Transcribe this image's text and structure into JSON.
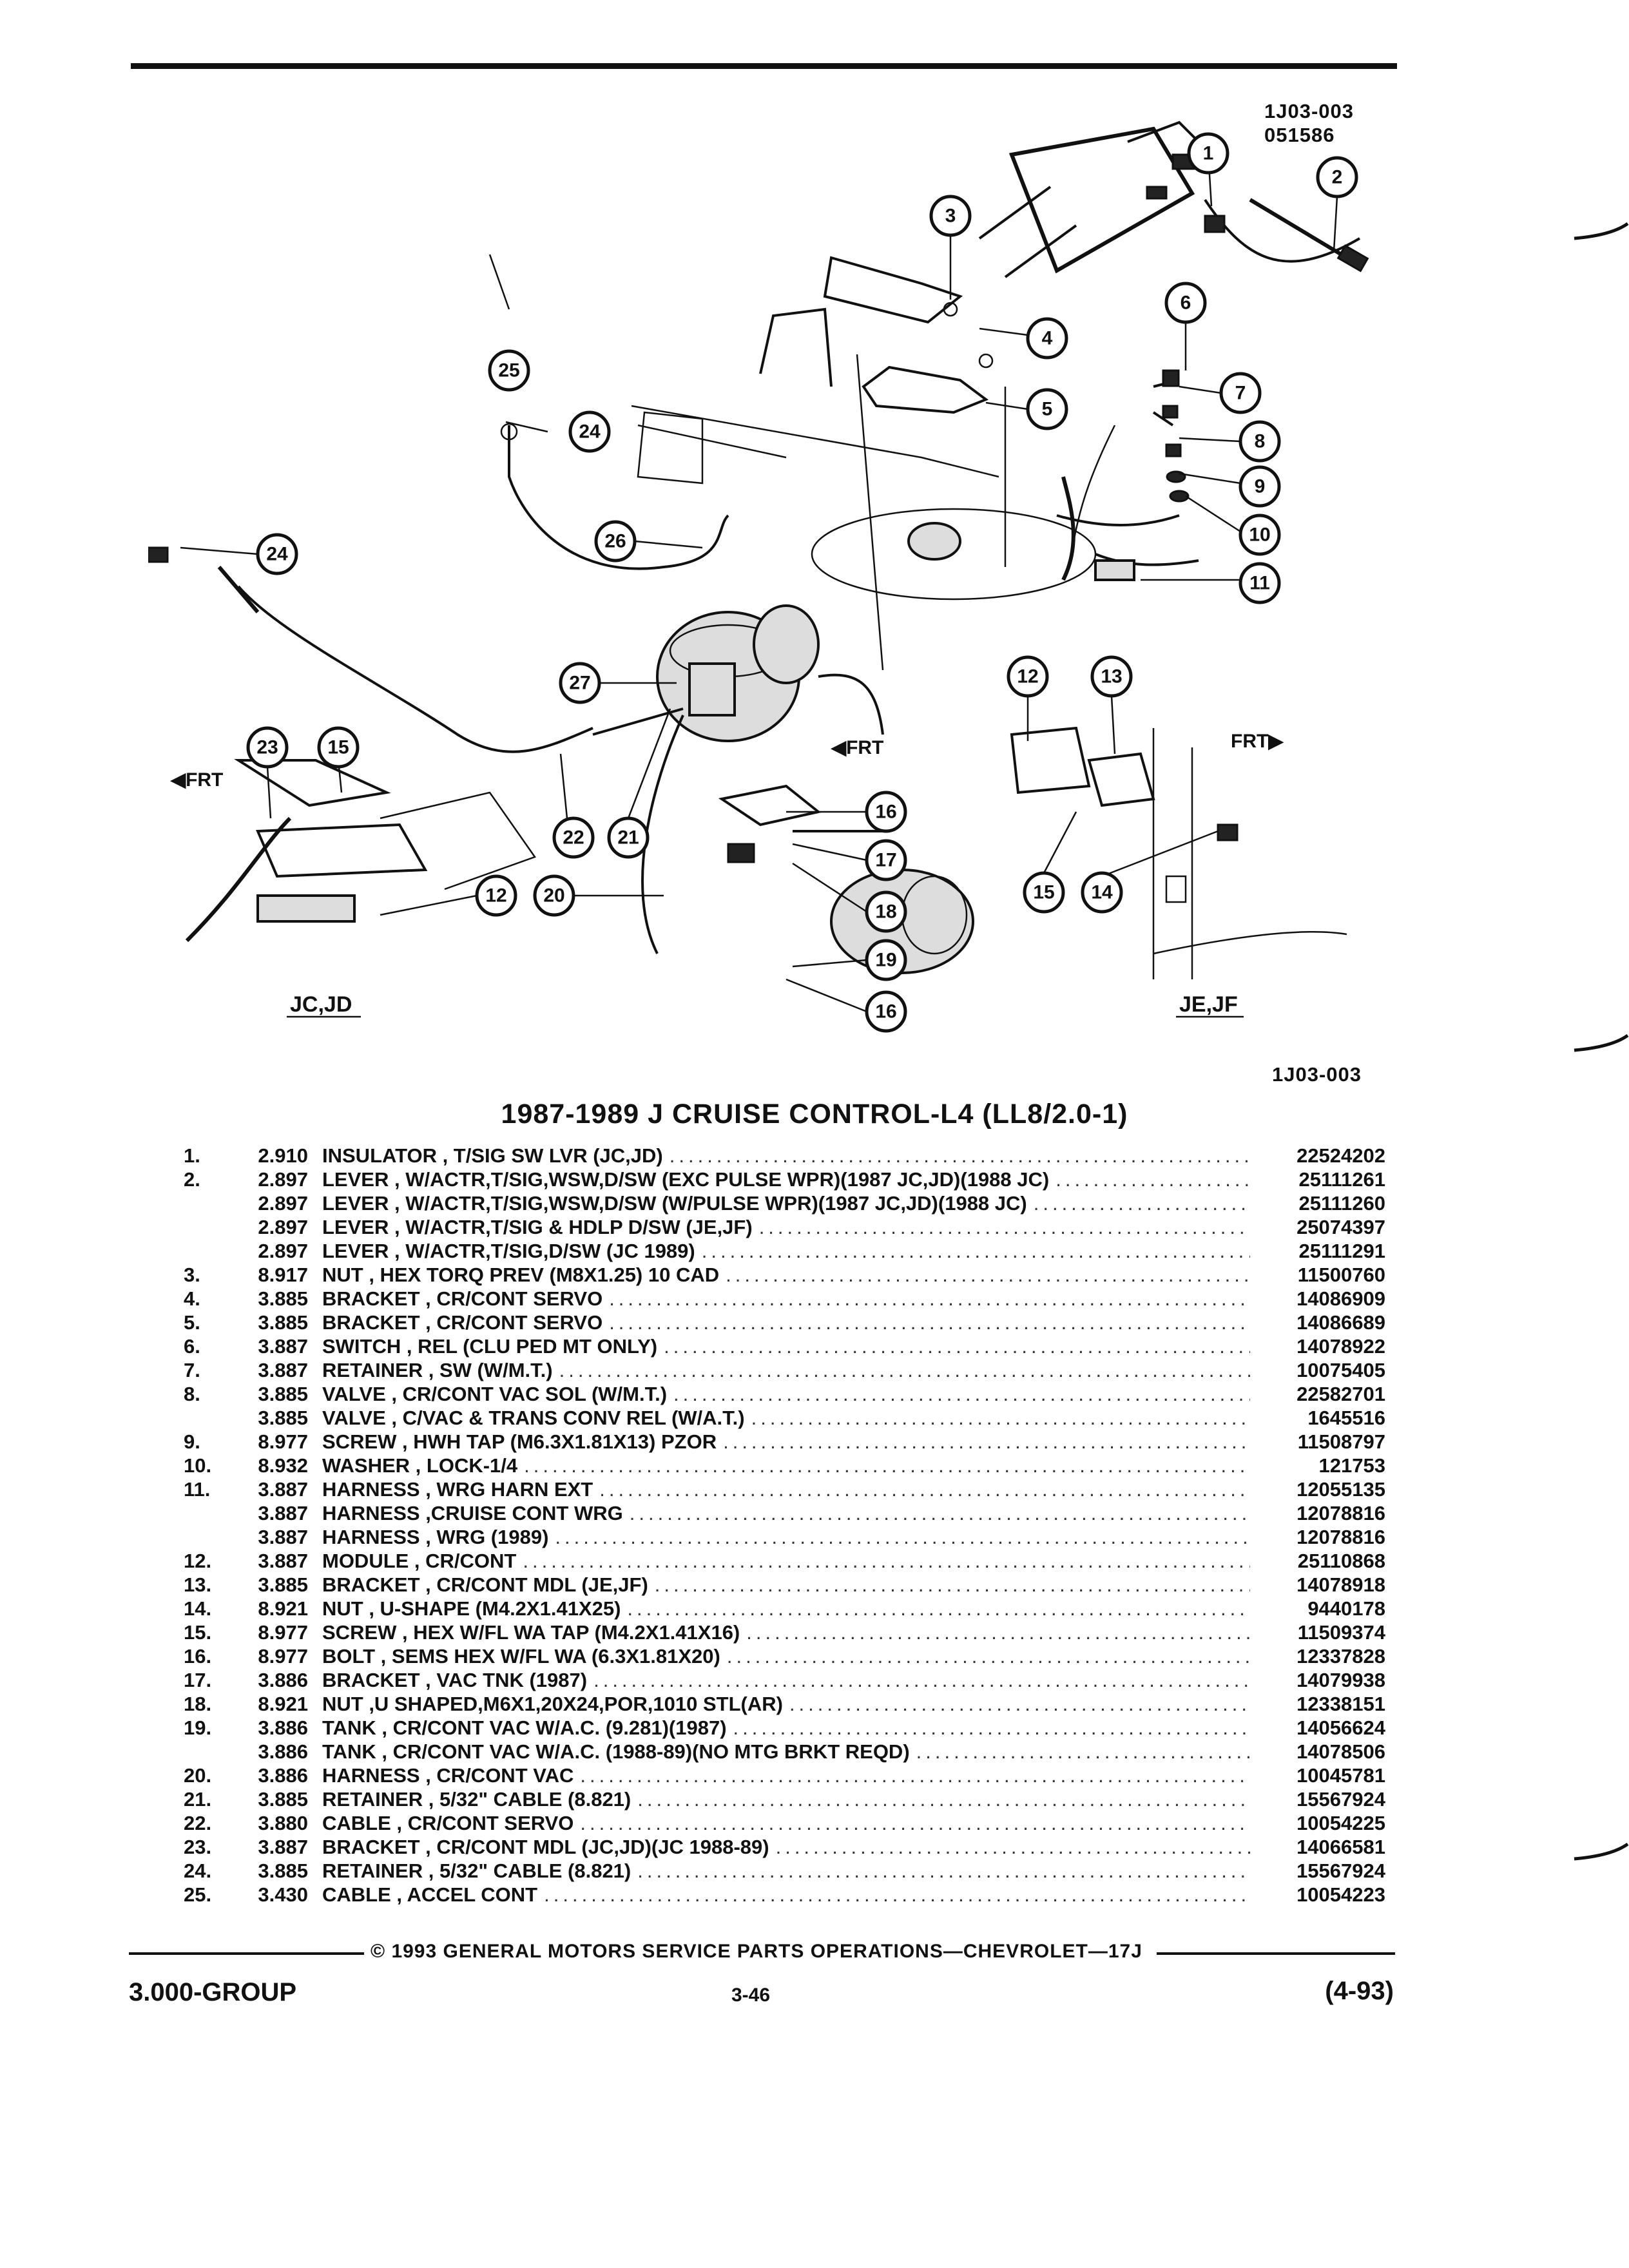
{
  "figure": {
    "ref_code": "1J03-003",
    "ref_code_2": "051586",
    "ref_code_bottom": "1J03-003",
    "region_labels": [
      "JC,JD",
      "JE,JF"
    ],
    "frt_label": "FRT",
    "callouts": [
      "1",
      "2",
      "3",
      "4",
      "5",
      "6",
      "7",
      "8",
      "9",
      "10",
      "11",
      "12",
      "13",
      "14",
      "15",
      "16",
      "17",
      "18",
      "19",
      "20",
      "21",
      "22",
      "23",
      "24",
      "25",
      "26",
      "27"
    ]
  },
  "title": "1987-1989 J CRUISE CONTROL-L4 (LL8/2.0-1)",
  "parts": [
    {
      "num": "1.",
      "group": "2.910",
      "desc": "INSULATOR , T/SIG SW LVR (JC,JD)",
      "part": "22524202"
    },
    {
      "num": "2.",
      "group": "2.897",
      "desc": "LEVER , W/ACTR,T/SIG,WSW,D/SW (EXC PULSE WPR)(1987 JC,JD)(1988 JC)",
      "part": "25111261"
    },
    {
      "num": "",
      "group": "2.897",
      "desc": "LEVER , W/ACTR,T/SIG,WSW,D/SW (W/PULSE WPR)(1987 JC,JD)(1988 JC)",
      "part": "25111260"
    },
    {
      "num": "",
      "group": "2.897",
      "desc": "LEVER , W/ACTR,T/SIG & HDLP D/SW (JE,JF)",
      "part": "25074397"
    },
    {
      "num": "",
      "group": "2.897",
      "desc": "LEVER , W/ACTR,T/SIG,D/SW (JC 1989)",
      "part": "25111291"
    },
    {
      "num": "3.",
      "group": "8.917",
      "desc": "NUT , HEX TORQ PREV (M8X1.25) 10 CAD",
      "part": "11500760"
    },
    {
      "num": "4.",
      "group": "3.885",
      "desc": "BRACKET , CR/CONT SERVO",
      "part": "14086909"
    },
    {
      "num": "5.",
      "group": "3.885",
      "desc": "BRACKET , CR/CONT SERVO",
      "part": "14086689"
    },
    {
      "num": "6.",
      "group": "3.887",
      "desc": "SWITCH , REL (CLU PED MT ONLY)",
      "part": "14078922"
    },
    {
      "num": "7.",
      "group": "3.887",
      "desc": "RETAINER , SW (W/M.T.)",
      "part": "10075405"
    },
    {
      "num": "8.",
      "group": "3.885",
      "desc": "VALVE , CR/CONT VAC SOL (W/M.T.)",
      "part": "22582701"
    },
    {
      "num": "",
      "group": "3.885",
      "desc": "VALVE , C/VAC & TRANS CONV REL (W/A.T.)",
      "part": "1645516"
    },
    {
      "num": "9.",
      "group": "8.977",
      "desc": "SCREW , HWH TAP (M6.3X1.81X13) PZOR",
      "part": "11508797"
    },
    {
      "num": "10.",
      "group": "8.932",
      "desc": "WASHER , LOCK-1/4",
      "part": "121753"
    },
    {
      "num": "11.",
      "group": "3.887",
      "desc": "HARNESS , WRG HARN EXT",
      "part": "12055135"
    },
    {
      "num": "",
      "group": "3.887",
      "desc": "HARNESS ,CRUISE CONT WRG",
      "part": "12078816"
    },
    {
      "num": "",
      "group": "3.887",
      "desc": "HARNESS , WRG (1989)",
      "part": "12078816"
    },
    {
      "num": "12.",
      "group": "3.887",
      "desc": "MODULE , CR/CONT",
      "part": "25110868"
    },
    {
      "num": "13.",
      "group": "3.885",
      "desc": "BRACKET , CR/CONT MDL (JE,JF)",
      "part": "14078918"
    },
    {
      "num": "14.",
      "group": "8.921",
      "desc": "NUT , U-SHAPE (M4.2X1.41X25)",
      "part": "9440178"
    },
    {
      "num": "15.",
      "group": "8.977",
      "desc": "SCREW , HEX W/FL WA TAP (M4.2X1.41X16)",
      "part": "11509374"
    },
    {
      "num": "16.",
      "group": "8.977",
      "desc": "BOLT , SEMS HEX W/FL WA (6.3X1.81X20)",
      "part": "12337828"
    },
    {
      "num": "17.",
      "group": "3.886",
      "desc": "BRACKET , VAC TNK (1987)",
      "part": "14079938"
    },
    {
      "num": "18.",
      "group": "8.921",
      "desc": "NUT ,U SHAPED,M6X1,20X24,POR,1010 STL(AR)",
      "part": "12338151"
    },
    {
      "num": "19.",
      "group": "3.886",
      "desc": "TANK , CR/CONT VAC W/A.C. (9.281)(1987)",
      "part": "14056624"
    },
    {
      "num": "",
      "group": "3.886",
      "desc": "TANK , CR/CONT VAC W/A.C. (1988-89)(NO MTG BRKT REQD)",
      "part": "14078506"
    },
    {
      "num": "20.",
      "group": "3.886",
      "desc": "HARNESS , CR/CONT VAC",
      "part": "10045781"
    },
    {
      "num": "21.",
      "group": "3.885",
      "desc": "RETAINER , 5/32\" CABLE (8.821)",
      "part": "15567924"
    },
    {
      "num": "22.",
      "group": "3.880",
      "desc": "CABLE , CR/CONT SERVO",
      "part": "10054225"
    },
    {
      "num": "23.",
      "group": "3.887",
      "desc": "BRACKET , CR/CONT MDL (JC,JD)(JC 1988-89)",
      "part": "14066581"
    },
    {
      "num": "24.",
      "group": "3.885",
      "desc": "RETAINER , 5/32\" CABLE (8.821)",
      "part": "15567924"
    },
    {
      "num": "25.",
      "group": "3.430",
      "desc": "CABLE , ACCEL CONT",
      "part": "10054223"
    }
  ],
  "footer": {
    "copyright": "© 1993 GENERAL MOTORS SERVICE PARTS OPERATIONS—CHEVROLET—17J",
    "group": "3.000-GROUP",
    "page": "3-46",
    "date": "(4-93)"
  }
}
